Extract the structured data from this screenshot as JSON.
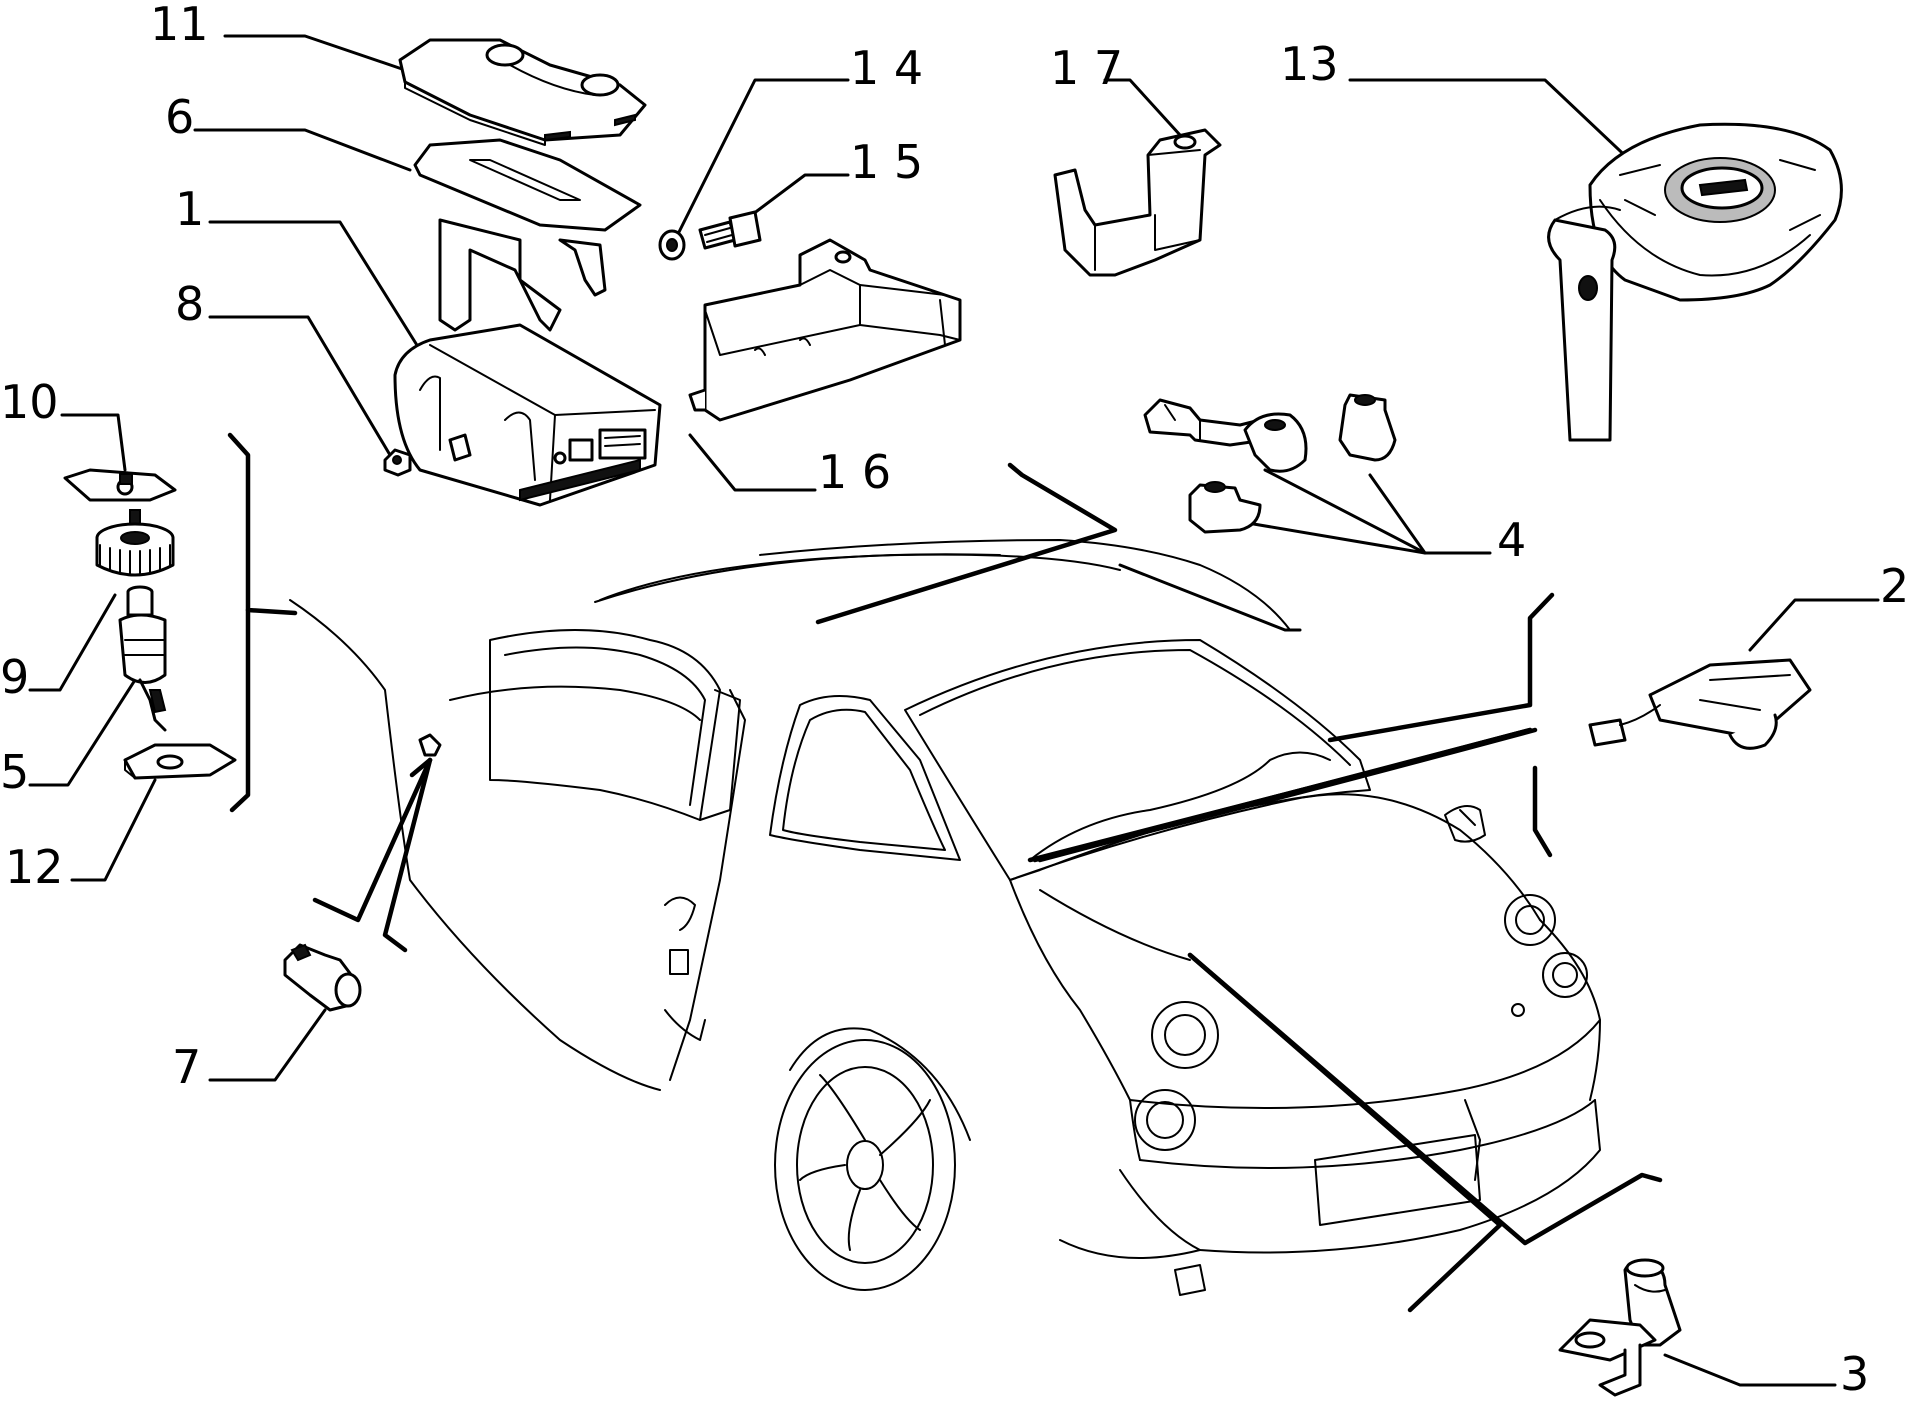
{
  "callouts": [
    {
      "id": "1",
      "label": "1"
    },
    {
      "id": "2",
      "label": "2"
    },
    {
      "id": "3",
      "label": "3"
    },
    {
      "id": "4",
      "label": "4"
    },
    {
      "id": "5",
      "label": "5"
    },
    {
      "id": "6",
      "label": "6"
    },
    {
      "id": "7",
      "label": "7"
    },
    {
      "id": "8",
      "label": "8"
    },
    {
      "id": "9",
      "label": "9"
    },
    {
      "id": "10",
      "label": "10"
    },
    {
      "id": "11",
      "label": "11"
    },
    {
      "id": "12",
      "label": "12"
    },
    {
      "id": "13",
      "label": "13"
    },
    {
      "id": "14",
      "label": "1 4"
    },
    {
      "id": "15",
      "label": "1 5"
    },
    {
      "id": "16",
      "label": "1 6"
    },
    {
      "id": "17",
      "label": "1 7"
    }
  ]
}
